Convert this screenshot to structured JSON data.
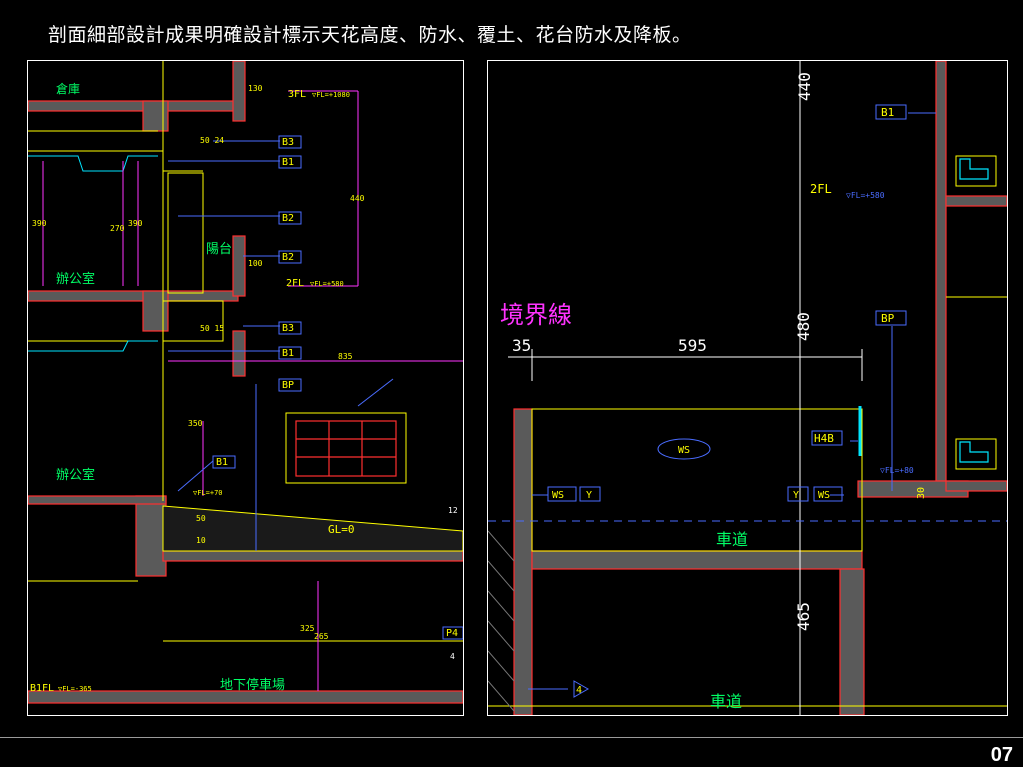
{
  "slide": {
    "title": "剖面細部設計成果明確設計標示天花高度、防水、覆土、花台防水及降板。",
    "page_number": "07"
  },
  "left_drawing": {
    "rooms": [
      "倉庫",
      "辦公室",
      "陽台",
      "辦公室",
      "地下停車場"
    ],
    "tags": [
      "B3",
      "B1",
      "B2",
      "B2",
      "B3",
      "B1",
      "BP",
      "B1",
      "P4"
    ],
    "levels": [
      "3FL",
      "▽FL=+1080",
      "2FL",
      "▽FL=+580",
      "▽FL=+70",
      "B1FL",
      "▽FL=-365"
    ],
    "dims": [
      "130",
      "50 24",
      "440",
      "390",
      "270",
      "390",
      "100",
      "50 15",
      "835",
      "350",
      "50",
      "10",
      "325",
      "265"
    ],
    "notes": [
      "GL=0",
      "12",
      "4"
    ]
  },
  "right_drawing": {
    "label_boundary": "境界線",
    "dims": [
      "440",
      "480",
      "465",
      "35",
      "595",
      "30"
    ],
    "levels": [
      "2FL",
      "▽FL=+580",
      "▽FL=+80"
    ],
    "tags": [
      "B1",
      "BP",
      "H4B",
      "WS",
      "WS",
      "Y",
      "Y",
      "WS",
      "4"
    ],
    "roads": [
      "車道",
      "車道"
    ]
  },
  "colors": {
    "background": "#000000",
    "cad_yellow": "#ffff00",
    "cad_green": "#00ff66",
    "cad_magenta": "#ff33ff",
    "cad_blue": "#4a6cff",
    "cad_red": "#ff3030",
    "cad_gray": "#8a8a8a"
  }
}
